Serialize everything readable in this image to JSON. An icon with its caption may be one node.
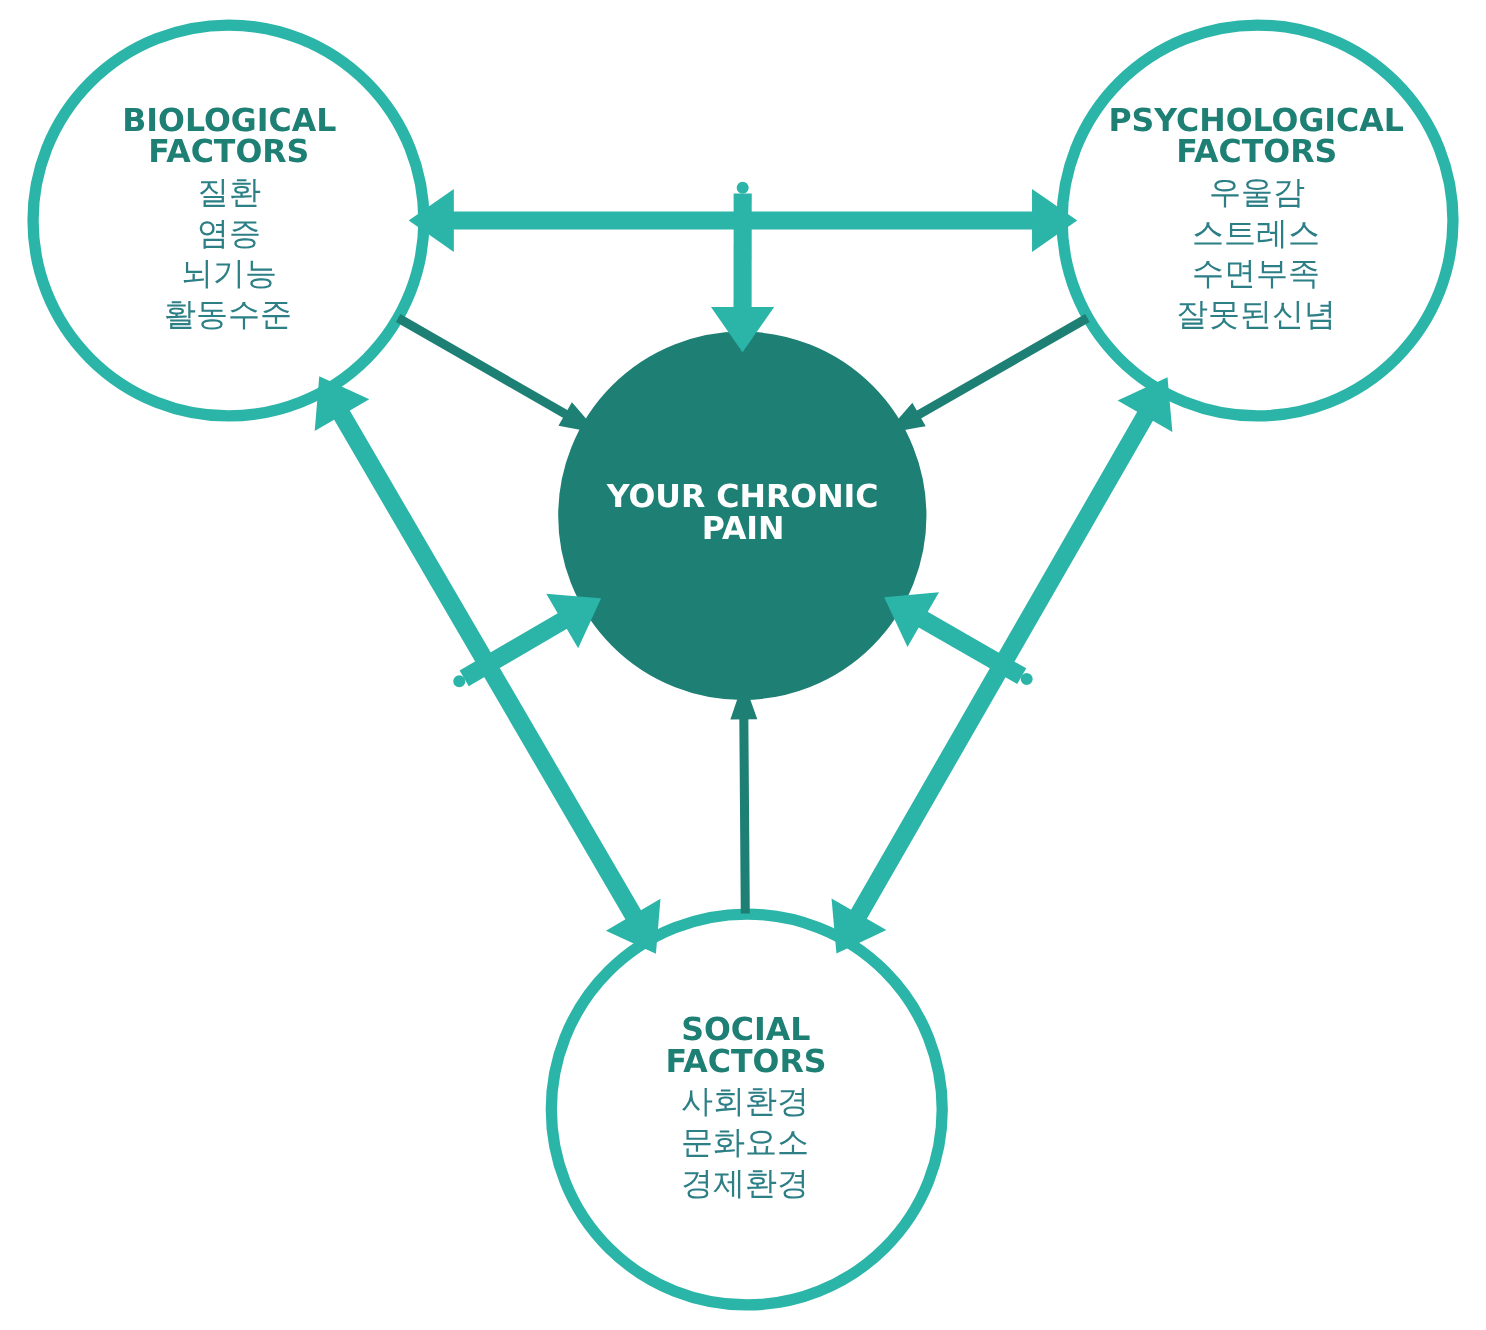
{
  "diagram": {
    "nodes": [
      {
        "text": [
          "BIOLOGICAL FACTORS",
          "질환",
          "염증",
          "뇌기능",
          "활동수준"
        ]
      },
      {
        "text": [
          "PSYCHOLOGICAL FACTORS",
          "우울감",
          "스트레스",
          "수면부족",
          "잘못된신념"
        ]
      },
      {
        "text": [
          "YOUR CHRONIC PAIN"
        ]
      },
      {
        "text": [
          "SOCIAL FACTORS",
          "사회환경",
          "문화요소",
          "경제환경"
        ]
      }
    ],
    "edges": [
      {
        "from": 0,
        "to": 1,
        "arrow": "both"
      },
      {
        "from": null,
        "to": 2,
        "arrow": "to"
      },
      {
        "from": 0,
        "to": 2,
        "arrow": "to",
        "color": "#1e7f74"
      },
      {
        "from": 1,
        "to": 2,
        "arrow": "to",
        "color": "#1e7f74"
      },
      {
        "from": 0,
        "to": 3,
        "arrow": "both"
      },
      {
        "from": null,
        "to": 2,
        "arrow": "to"
      },
      {
        "from": 1,
        "to": 3,
        "arrow": "both"
      },
      {
        "from": null,
        "to": 2,
        "arrow": "to"
      },
      {
        "from": 3,
        "to": 2,
        "arrow": "to",
        "color": "#1e7f74"
      }
    ]
  }
}
